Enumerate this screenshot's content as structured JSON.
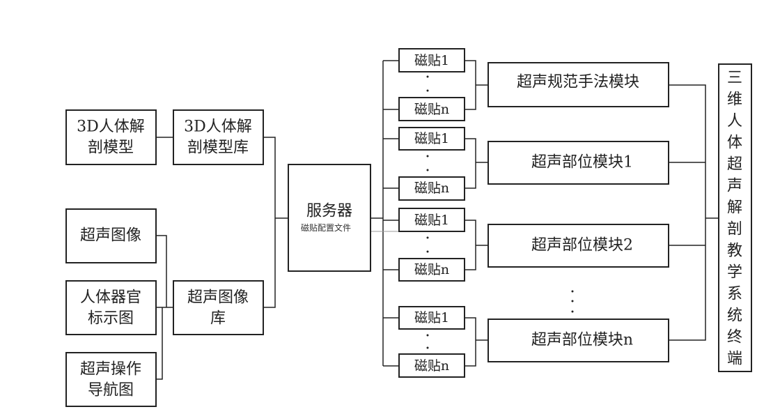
{
  "left": {
    "model": [
      "3D人体解",
      "剖模型"
    ],
    "model_library": [
      "3D人体解",
      "剖模型库"
    ],
    "ultrasound_image": [
      "超声图像"
    ],
    "organ_diagram": [
      "人体器官",
      "标示图"
    ],
    "operation_nav": [
      "超声操作",
      "导航图"
    ],
    "image_library": [
      "超声图像",
      "库"
    ]
  },
  "server": {
    "title": "服务器",
    "subtitle": "磁贴配置文件"
  },
  "tiles": {
    "first": "磁贴1",
    "last": "磁贴n"
  },
  "modules": [
    "超声规范手法模块",
    "超声部位模块1",
    "超声部位模块2",
    "超声部位模块n"
  ],
  "terminal": [
    "三",
    "维",
    "人",
    "体",
    "超",
    "声",
    "解",
    "剖",
    "教",
    "学",
    "系",
    "统",
    "终",
    "端"
  ]
}
